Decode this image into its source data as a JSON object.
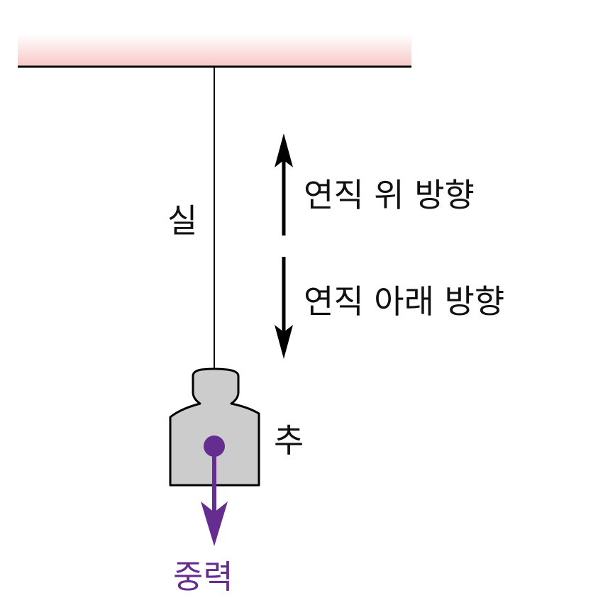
{
  "labels": {
    "string": "실",
    "up": "연직 위 방향",
    "down": "연직 아래 방향",
    "weight": "추",
    "gravity": "중력"
  },
  "colors": {
    "ceiling": "#f8c8c8",
    "weight_fill": "#cccccc",
    "gravity": "#662d91"
  }
}
